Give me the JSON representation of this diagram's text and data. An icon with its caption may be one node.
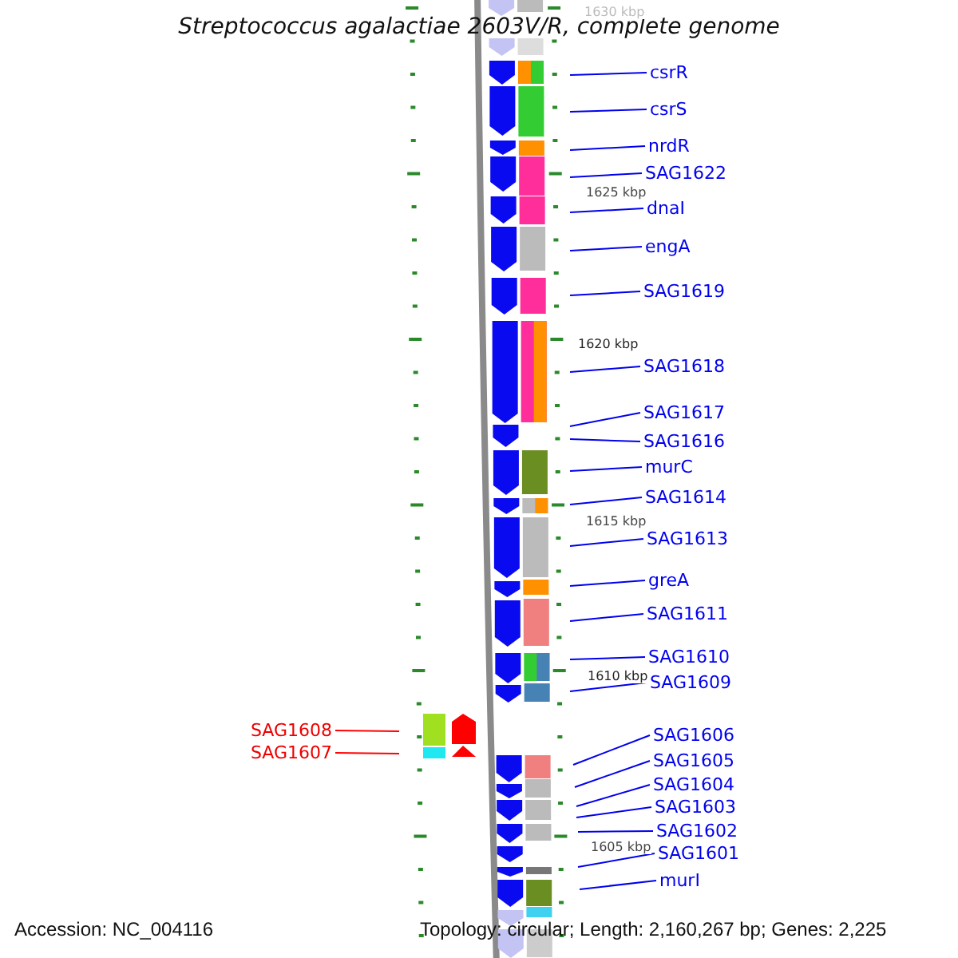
{
  "diagram": {
    "title": "Streptococcus agalactiae 2603V/R, complete genome",
    "nodes": [
      {
        "text": [
          "csrR"
        ]
      },
      {
        "text": [
          "csrS"
        ]
      },
      {
        "text": [
          "nrdR"
        ]
      },
      {
        "text": [
          "SAG1622"
        ]
      },
      {
        "text": [
          "dnaI"
        ]
      },
      {
        "text": [
          "engA"
        ]
      },
      {
        "text": [
          "SAG1619"
        ]
      },
      {
        "text": [
          "SAG1618"
        ]
      },
      {
        "text": [
          "SAG1617"
        ]
      },
      {
        "text": [
          "SAG1616"
        ]
      },
      {
        "text": [
          "murC"
        ]
      },
      {
        "text": [
          "SAG1614"
        ]
      },
      {
        "text": [
          "SAG1613"
        ]
      },
      {
        "text": [
          "greA"
        ]
      },
      {
        "text": [
          "SAG1611"
        ]
      },
      {
        "text": [
          "SAG1610"
        ]
      },
      {
        "text": [
          "SAG1609"
        ]
      },
      {
        "text": [
          "SAG1608"
        ]
      },
      {
        "text": [
          "SAG1606"
        ]
      },
      {
        "text": [
          "SAG1607"
        ]
      },
      {
        "text": [
          "SAG1605"
        ]
      },
      {
        "text": [
          "SAG1604"
        ]
      },
      {
        "text": [
          "SAG1603"
        ]
      },
      {
        "text": [
          "SAG1602"
        ]
      },
      {
        "text": [
          "SAG1601"
        ]
      },
      {
        "text": [
          "murI"
        ]
      }
    ],
    "edges": [
      {
        "from": 0,
        "to": null,
        "arrow": "none"
      },
      {
        "from": 1,
        "to": null,
        "arrow": "none"
      },
      {
        "from": 2,
        "to": null,
        "arrow": "none"
      },
      {
        "from": 3,
        "to": null,
        "arrow": "none"
      },
      {
        "from": 4,
        "to": null,
        "arrow": "none"
      },
      {
        "from": 5,
        "to": null,
        "arrow": "none"
      },
      {
        "from": 6,
        "to": null,
        "arrow": "none"
      },
      {
        "from": 7,
        "to": null,
        "arrow": "none"
      },
      {
        "from": 8,
        "to": null,
        "arrow": "none"
      },
      {
        "from": 9,
        "to": null,
        "arrow": "none"
      },
      {
        "from": 10,
        "to": null,
        "arrow": "none"
      },
      {
        "from": 11,
        "to": null,
        "arrow": "none"
      },
      {
        "from": 12,
        "to": null,
        "arrow": "none"
      },
      {
        "from": 13,
        "to": null,
        "arrow": "none"
      },
      {
        "from": 14,
        "to": null,
        "arrow": "none"
      },
      {
        "from": 15,
        "to": null,
        "arrow": "none"
      },
      {
        "from": 16,
        "to": null,
        "arrow": "none"
      },
      {
        "from": 17,
        "to": null,
        "arrow": "none",
        "color": "#ff0000"
      },
      {
        "from": 18,
        "to": null,
        "arrow": "none"
      },
      {
        "from": 19,
        "to": null,
        "arrow": "none",
        "color": "#ff0000"
      },
      {
        "from": 20,
        "to": null,
        "arrow": "none"
      },
      {
        "from": 21,
        "to": null,
        "arrow": "none"
      },
      {
        "from": 22,
        "to": null,
        "arrow": "none"
      },
      {
        "from": 23,
        "to": null,
        "arrow": "none"
      },
      {
        "from": 24,
        "to": null,
        "arrow": "none"
      },
      {
        "from": 25,
        "to": null,
        "arrow": "none"
      }
    ],
    "labels": [
      "1630 kbp",
      "1625 kbp",
      "1620 kbp",
      "1615 kbp",
      "1610 kbp",
      "1605 kbp",
      "Accession: NC_004116",
      "Topology: circular; Length: 2,160,267 bp; Genes: 2,225"
    ]
  }
}
